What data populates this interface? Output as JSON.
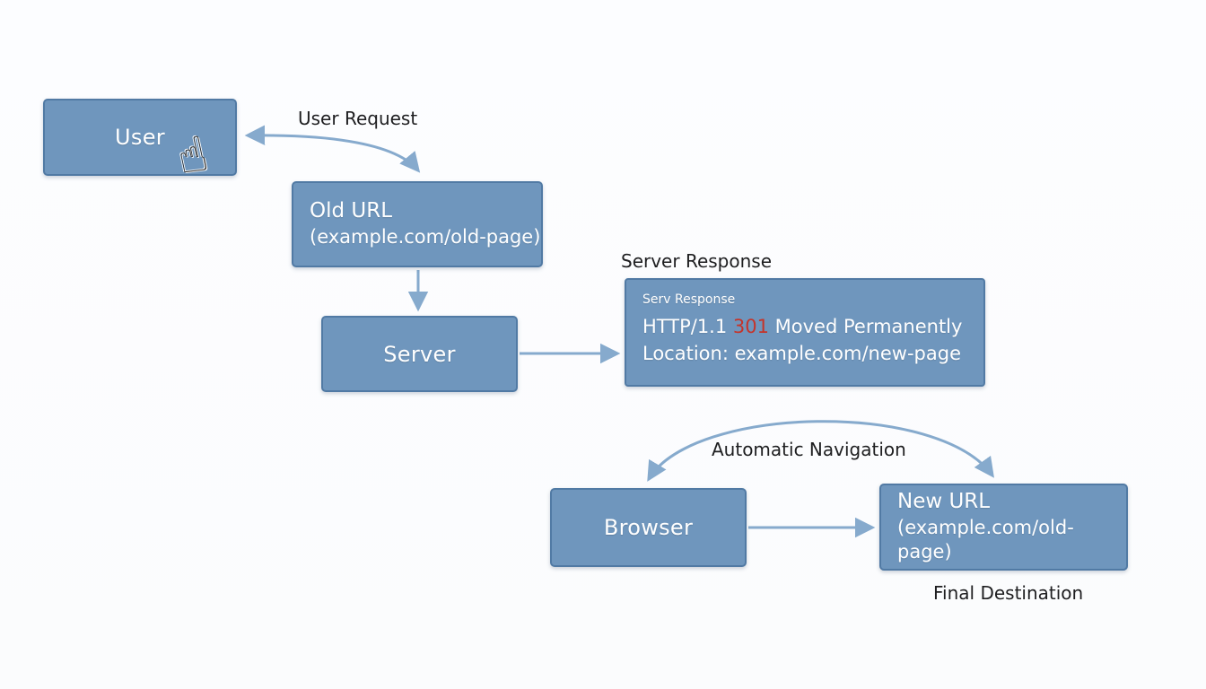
{
  "diagram": {
    "nodes": {
      "user": {
        "label": "User"
      },
      "old_url": {
        "title": "Old URL",
        "subtitle": "(example.com/old-page)"
      },
      "server": {
        "label": "Server"
      },
      "response": {
        "header": "Serv Response",
        "http_pre": "HTTP/1.1 ",
        "status_code": "301",
        "http_post": " Moved Permanently",
        "location": "Location: example.com/new-page"
      },
      "browser": {
        "label": "Browser"
      },
      "new_url": {
        "title": "New URL",
        "subtitle": "(example.com/old-page)"
      }
    },
    "labels": {
      "user_request": "User Request",
      "server_response": "Server Response",
      "automatic_navigation": "Automatic Navigation",
      "final_destination": "Final Destination"
    },
    "icons": {
      "click_hand": "click-hand-cursor"
    },
    "colors": {
      "box_fill": "#6f96bd",
      "box_border": "#517aa4",
      "arrow": "#86aacd",
      "status_red": "#c5342a",
      "label_text": "#1e1e20",
      "node_text": "#ffffff",
      "background": "#fcfdfe"
    }
  }
}
